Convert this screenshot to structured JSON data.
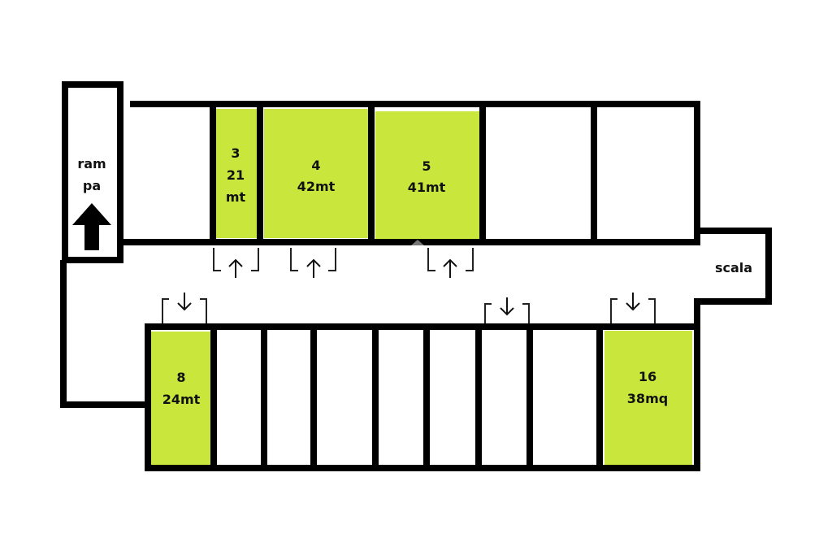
{
  "colors": {
    "highlight": "#c8e63c",
    "wall": "#000000"
  },
  "ramp": {
    "line1": "ram",
    "line2": "pa",
    "icon": "arrow-up-icon"
  },
  "stairs": {
    "label": "scala"
  },
  "units": [
    {
      "number": "3",
      "line2": "21",
      "line3": "mt"
    },
    {
      "number": "4",
      "area": "42mt"
    },
    {
      "number": "5",
      "area": "41mt"
    },
    {
      "number": "8",
      "area": "24mt"
    },
    {
      "number": "16",
      "area": "38mq"
    }
  ]
}
